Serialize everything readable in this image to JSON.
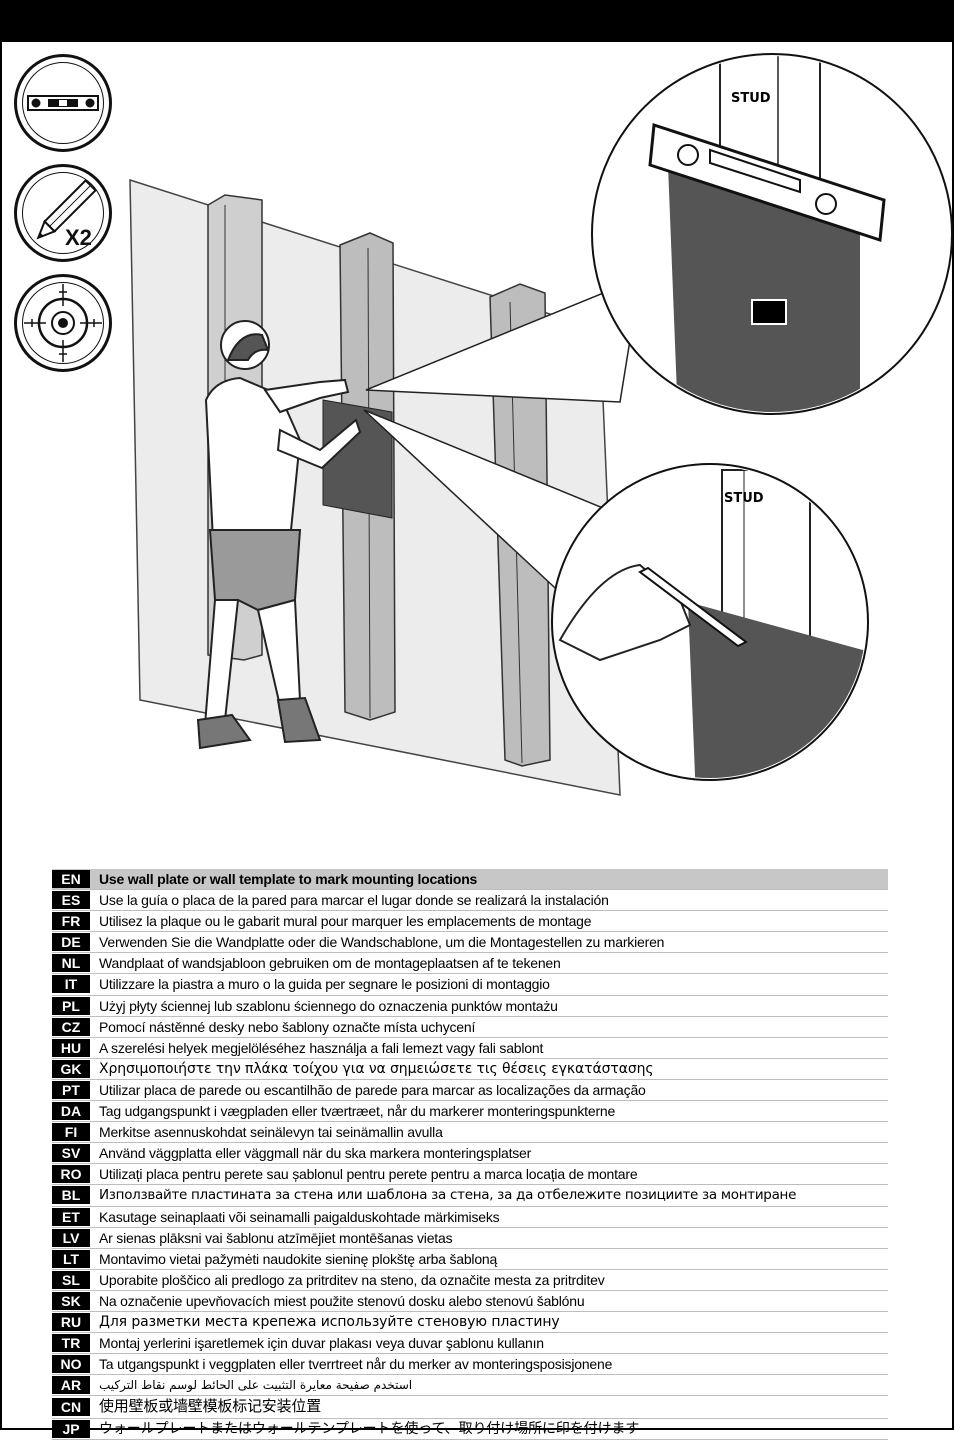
{
  "tools": [
    {
      "icon": "level-icon"
    },
    {
      "icon": "pencil-icon",
      "count": "X2"
    },
    {
      "icon": "target-crosshair-icon"
    }
  ],
  "illustration": {
    "stud_label_top": "STUD",
    "stud_label_bottom": "STUD"
  },
  "instructions": [
    {
      "code": "EN",
      "text": "Use wall plate or wall template to mark mounting locations"
    },
    {
      "code": "ES",
      "text": "Use la guía o placa de la pared para marcar el lugar donde se realizará la instalación"
    },
    {
      "code": "FR",
      "text": "Utilisez la plaque ou le gabarit mural pour marquer les emplacements de montage"
    },
    {
      "code": "DE",
      "text": "Verwenden Sie die Wandplatte oder die Wandschablone, um die Montagestellen zu markieren"
    },
    {
      "code": "NL",
      "text": "Wandplaat of wandsjabloon gebruiken om de montageplaatsen af te tekenen"
    },
    {
      "code": "IT",
      "text": "Utilizzare la piastra a muro o la guida per segnare le posizioni di montaggio"
    },
    {
      "code": "PL",
      "text": "Użyj płyty ściennej lub szablonu ściennego do oznaczenia punktów montażu"
    },
    {
      "code": "CZ",
      "text": "Pomocí nástěnné desky nebo šablony označte místa uchycení"
    },
    {
      "code": "HU",
      "text": "A szerelési helyek megjelöléséhez használja a fali lemezt vagy fali sablont"
    },
    {
      "code": "GK",
      "text": "Χρησιμοποιήστε την πλάκα τοίχου για να σημειώσετε τις θέσεις εγκατάστασης"
    },
    {
      "code": "PT",
      "text": "Utilizar placa de parede ou escantilhão de parede para marcar as localizações da armação"
    },
    {
      "code": "DA",
      "text": "Tag udgangspunkt i vægpladen eller tværtræet, når du markerer monteringspunkterne"
    },
    {
      "code": "FI",
      "text": "Merkitse asennuskohdat seinälevyn tai seinämallin avulla"
    },
    {
      "code": "SV",
      "text": "Använd väggplatta eller väggmall när du ska markera monteringsplatser"
    },
    {
      "code": "RO",
      "text": "Utilizați placa pentru perete sau șablonul pentru perete pentru a marca locația de montare"
    },
    {
      "code": "BL",
      "text": "Използвайте пластината за стена или шаблона за стена, за да отбележите позициите за монтиране"
    },
    {
      "code": "ET",
      "text": "Kasutage seinaplaati või seinamalli paigalduskohtade märkimiseks"
    },
    {
      "code": "LV",
      "text": "Ar sienas plāksni vai šablonu atzīmējiet montēšanas vietas"
    },
    {
      "code": "LT",
      "text": "Montavimo vietai pažymėti naudokite sieninę plokštę arba šabloną"
    },
    {
      "code": "SL",
      "text": "Uporabite ploščico ali predlogo za pritrditev na steno, da označite mesta za pritrditev"
    },
    {
      "code": "SK",
      "text": "Na označenie upevňovacích miest použite stenovú dosku alebo stenovú šablónu"
    },
    {
      "code": "RU",
      "text": "Для разметки места крепежа используйте стеновую пластину"
    },
    {
      "code": "TR",
      "text": "Montaj yerlerini işaretlemek için duvar plakası veya duvar şablonu kullanın"
    },
    {
      "code": "NO",
      "text": "Ta utgangspunkt i veggplaten eller tverrtreet når du merker av monteringsposisjonene"
    },
    {
      "code": "AR",
      "text": "استخدم صفيحة معايرة التثبيت على الحائط لوسم نقاط التركيب"
    },
    {
      "code": "CN",
      "text": "使用壁板或墙壁模板标记安装位置"
    },
    {
      "code": "JP",
      "text": "ウォールプレートまたはウォールテンプレートを使って、取り付け場所に印を付けます"
    }
  ]
}
